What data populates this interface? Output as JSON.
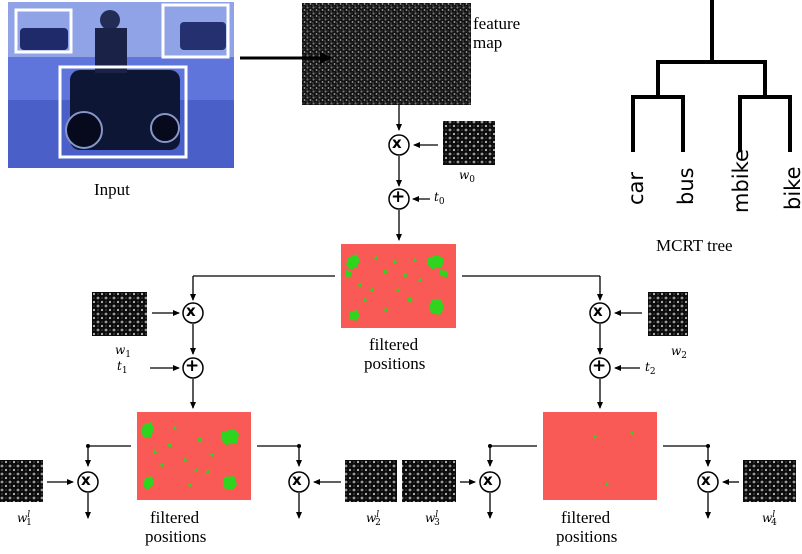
{
  "input_label": "Input",
  "feature_map_label": [
    "feature",
    "map"
  ],
  "tree": {
    "caption": "MCRT tree",
    "leaves": [
      "car",
      "bus",
      "mbike",
      "bike"
    ]
  },
  "filtered_label": [
    "filtered",
    "positions"
  ],
  "weights": {
    "w0": "w",
    "w0_sub": "0",
    "t0": "t",
    "t0_sub": "0",
    "w1": "w",
    "w1_sub": "1",
    "t1": "t",
    "t1_sub": "1",
    "w2": "w",
    "w2_sub": "2",
    "t2": "t",
    "t2_sub": "2",
    "wl": "w",
    "sup": "l",
    "wl1_sub": "1",
    "wl2_sub": "2",
    "wl3_sub": "3",
    "wl4_sub": "4"
  },
  "ops": {
    "multiply": "x",
    "add": "+"
  },
  "colors": {
    "mask_bg": "#fa5a55",
    "mask_blob": "#2ed41e",
    "photo_sky": "#5a6fd8"
  }
}
